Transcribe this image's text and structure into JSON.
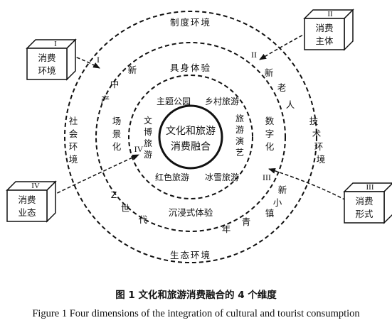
{
  "center": {
    "line1": "文化和旅游",
    "line2": "消费融合"
  },
  "outer_ring": {
    "top": "制度环境",
    "bottom": "生态环境",
    "left": [
      "社",
      "会",
      "环",
      "境"
    ],
    "right": [
      "技",
      "术",
      "环",
      "境"
    ]
  },
  "middle_ring": {
    "top": "具身体验",
    "bottom": "沉浸式体验",
    "arc_xinzhongchan": [
      "新",
      "中",
      "产"
    ],
    "arc_xinlaoren": [
      "新",
      "老",
      "人"
    ],
    "arc_zshidai": [
      "Z",
      "世",
      "代"
    ],
    "arc_xinxiaozhen": [
      "新",
      "小",
      "镇",
      "青",
      "年"
    ],
    "left": [
      "场",
      "景",
      "化"
    ],
    "right": [
      "数",
      "字",
      "化"
    ]
  },
  "inner_ring": {
    "top_left": "主题公园",
    "top_right": "乡村旅游",
    "bottom_left": "红色旅游",
    "bottom_right": "冰雪旅游",
    "left": [
      "文",
      "博",
      "旅",
      "游"
    ],
    "right": [
      "旅",
      "游",
      "演",
      "艺"
    ]
  },
  "boxes": [
    {
      "numeral": "I",
      "line1": "消费",
      "line2": "环境"
    },
    {
      "numeral": "II",
      "line1": "消费",
      "line2": "主体"
    },
    {
      "numeral": "III",
      "line1": "消费",
      "line2": "形式"
    },
    {
      "numeral": "IV",
      "line1": "消费",
      "line2": "业态"
    }
  ],
  "arrow_numerals": [
    "I",
    "II",
    "III",
    "IV"
  ],
  "caption": {
    "chinese": "图 1  文化和旅游消费融合的 4 个维度",
    "english": "Figure 1 Four dimensions of the integration of cultural and tourist consumption"
  }
}
